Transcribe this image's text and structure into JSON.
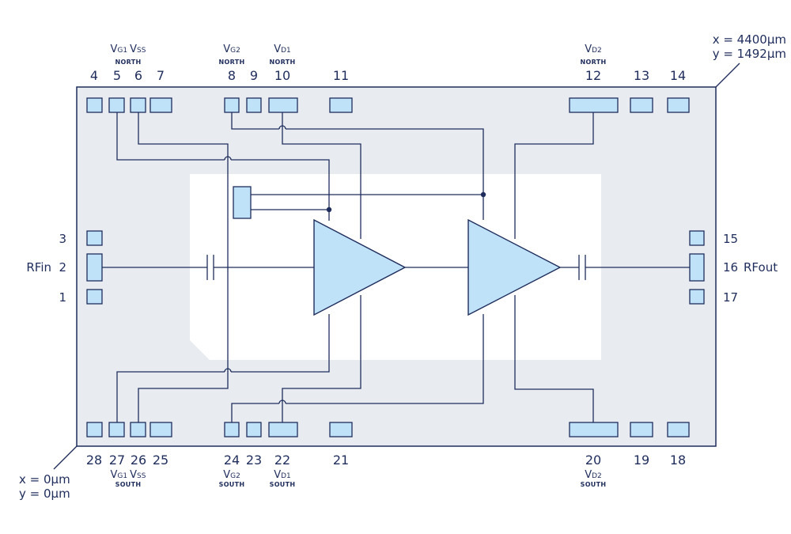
{
  "labels": {
    "top_right_x": "x = 4400µm",
    "top_right_y": "y = 1492µm",
    "bottom_left_x": "x = 0µm",
    "bottom_left_y": "y = 0µm",
    "rfin": "RFin",
    "rfout": "RFout",
    "north": "NORTH",
    "south": "SOUTH",
    "v": "V",
    "g1": "G1",
    "ss": "SS",
    "g2": "G2",
    "d1": "D1",
    "d2": "D2"
  },
  "pins": {
    "p1": "1",
    "p2": "2",
    "p3": "3",
    "p4": "4",
    "p5": "5",
    "p6": "6",
    "p7": "7",
    "p8": "8",
    "p9": "9",
    "p10": "10",
    "p11": "11",
    "p12": "12",
    "p13": "13",
    "p14": "14",
    "p15": "15",
    "p16": "16",
    "p17": "17",
    "p18": "18",
    "p19": "19",
    "p20": "20",
    "p21": "21",
    "p22": "22",
    "p23": "23",
    "p24": "24",
    "p25": "25",
    "p26": "26",
    "p27": "27",
    "p28": "28"
  },
  "colors": {
    "chip_background": "#e8ecf1",
    "die_area": "#ffffff",
    "pad_fill": "#bfe2f8",
    "stroke": "#1f2d5c"
  }
}
